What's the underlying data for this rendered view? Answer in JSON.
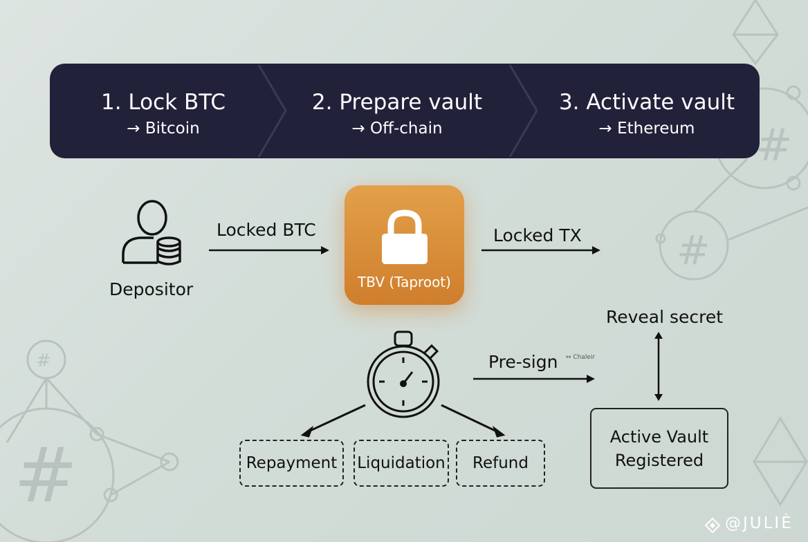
{
  "steps": [
    {
      "title": "1. Lock BTC",
      "subtitle": "→ Bitcoin"
    },
    {
      "title": "2. Prepare vault",
      "subtitle": "→ Off-chain"
    },
    {
      "title": "3. Activate vault",
      "subtitle": "→ Ethereum"
    }
  ],
  "depositor": {
    "label": "Depositor"
  },
  "arrows": {
    "locked_btc": "Locked BTC",
    "locked_tx": "Locked TX",
    "pre_sign": "Pre-sign",
    "pre_sign_small": "↔ Chaleir",
    "reveal_secret": "Reveal secret"
  },
  "tbv": {
    "label": "TBV (Taproot)"
  },
  "outcomes": [
    "Repayment",
    "Liquidation",
    "Refund"
  ],
  "vault": {
    "line1": "Active Vault",
    "line2": "Registered"
  },
  "watermark": "@JULIÈ",
  "colors": {
    "banner": "#22213a",
    "tbv_top": "#e3a04a",
    "tbv_bottom": "#cf7e2c",
    "background": "#d6dfdb"
  }
}
